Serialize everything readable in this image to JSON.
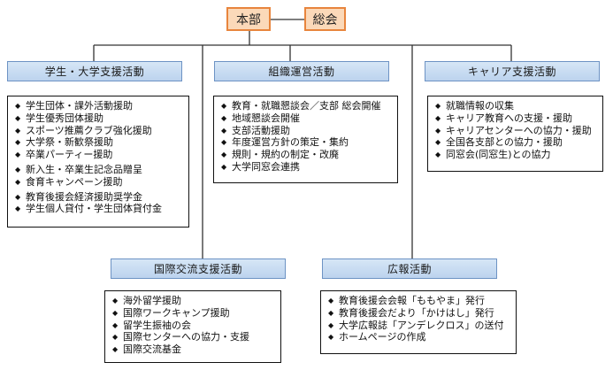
{
  "top": {
    "honbu": "本部",
    "sokai": "総会"
  },
  "sections": {
    "student": {
      "title": "学生・大学支援活動",
      "items": [
        "学生団体・課外活動援助",
        "学生優秀団体援助",
        "スポーツ推薦クラブ強化援助",
        "大学祭・新歓祭援助",
        "卒業パーティー援助",
        "新入生・卒業生記念品贈呈",
        "食育キャンペーン援助",
        "教育後援会経済援助奨学金",
        "学生個人貸付・学生団体貸付金"
      ]
    },
    "org": {
      "title": "組織運営活動",
      "items": [
        "教育・就職懇談会／支部 総会開催",
        "地域懇談会開催",
        "支部活動援助",
        "年度運営方針の策定・集約",
        "規則・規約の制定・改廃",
        "大学同窓会連携"
      ]
    },
    "career": {
      "title": "キャリア支援活動",
      "items": [
        "就職情報の収集",
        "キャリア教育への支援・援助",
        "キャリアセンターへの協力・援助",
        "全国各支部との協力・援助",
        "同窓会(同窓生)との協力"
      ]
    },
    "intl": {
      "title": "国際交流支援活動",
      "items": [
        "海外留学援助",
        "国際ワークキャンプ援助",
        "留学生振袖の会",
        "国際センターへの協力・支援",
        "国際交流基金"
      ]
    },
    "pr": {
      "title": "広報活動",
      "items": [
        "教育後援会会報「ももやま」発行",
        "教育後援会だより「かけはし」発行",
        "大学広報誌「アンデレクロス」の送付",
        "ホームページの作成"
      ]
    }
  }
}
